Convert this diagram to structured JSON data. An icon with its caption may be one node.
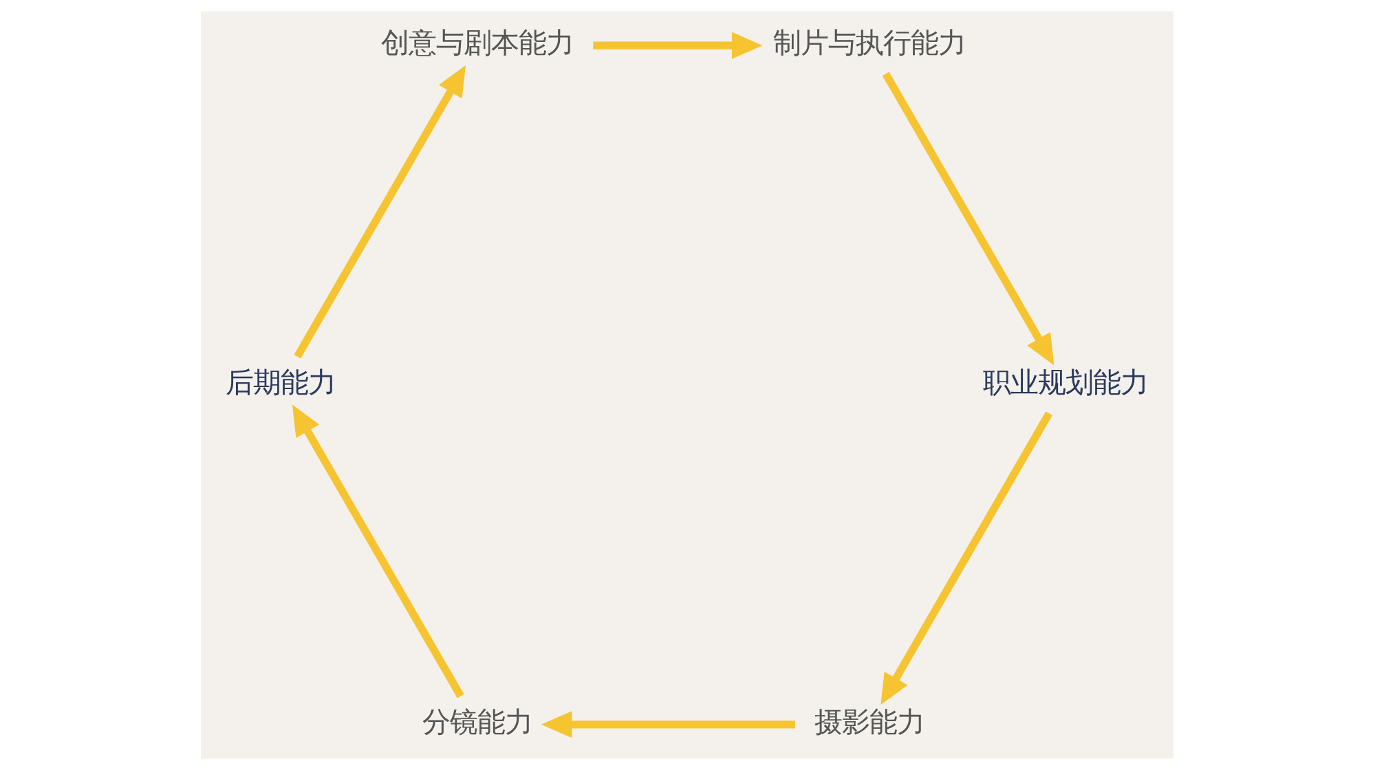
{
  "diagram": {
    "nodes": [
      {
        "text": [
          "摄影能力"
        ]
      },
      {
        "text": [
          "职业规划能力"
        ]
      },
      {
        "text": [
          "分镜能力"
        ]
      },
      {
        "text": [
          "制片与执行能力"
        ]
      },
      {
        "text": [
          "后期能力"
        ]
      },
      {
        "text": [
          "创意与剧本能力"
        ]
      }
    ],
    "edges": [
      {
        "from": 0,
        "to": 2,
        "arrow": "to"
      },
      {
        "from": 2,
        "to": 4,
        "arrow": "to"
      },
      {
        "from": 4,
        "to": 5,
        "arrow": "to"
      },
      {
        "from": 5,
        "to": 3,
        "arrow": "to"
      },
      {
        "from": 3,
        "to": 1,
        "arrow": "to"
      },
      {
        "from": 1,
        "to": 0,
        "arrow": "to"
      }
    ]
  }
}
